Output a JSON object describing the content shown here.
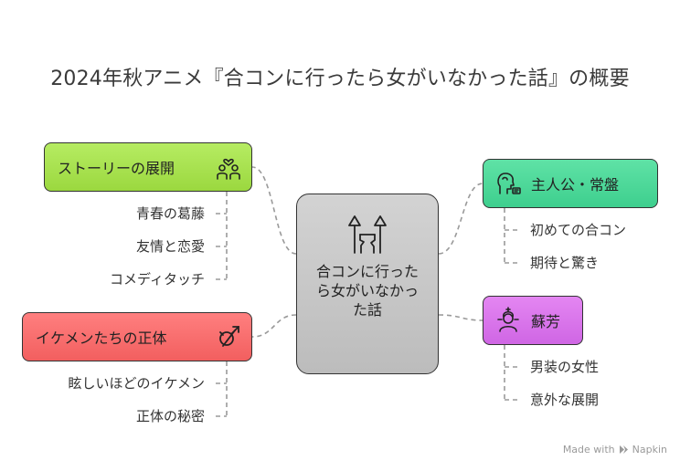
{
  "title": "2024年秋アニメ『合コンに行ったら女がいなかった話』の概要",
  "center": {
    "label": "合コンに行ったら女がいなかった話",
    "icon": "broken-pillars-icon"
  },
  "branches": {
    "story": {
      "label": "ストーリーの展開",
      "icon": "couple-heart-icon",
      "color": "#9bd83f",
      "items": [
        "青春の葛藤",
        "友情と恋愛",
        "コメディタッチ"
      ]
    },
    "ikemen": {
      "label": "イケメンたちの正体",
      "icon": "crossed-gender-icon",
      "color": "#f25f5f",
      "items": [
        "眩しいほどのイケメン",
        "正体の秘密"
      ]
    },
    "protagonist": {
      "label": "主人公・常盤",
      "icon": "thinking-person-icon",
      "color": "#3ecf8e",
      "items": [
        "初めての合コン",
        "期待と驚き"
      ]
    },
    "sorou": {
      "label": "蘇芳",
      "icon": "person-sparkle-icon",
      "color": "#cf66e4",
      "items": [
        "男装の女性",
        "意外な展開"
      ]
    }
  },
  "footer": {
    "made_with": "Made with",
    "brand": "Napkin"
  }
}
